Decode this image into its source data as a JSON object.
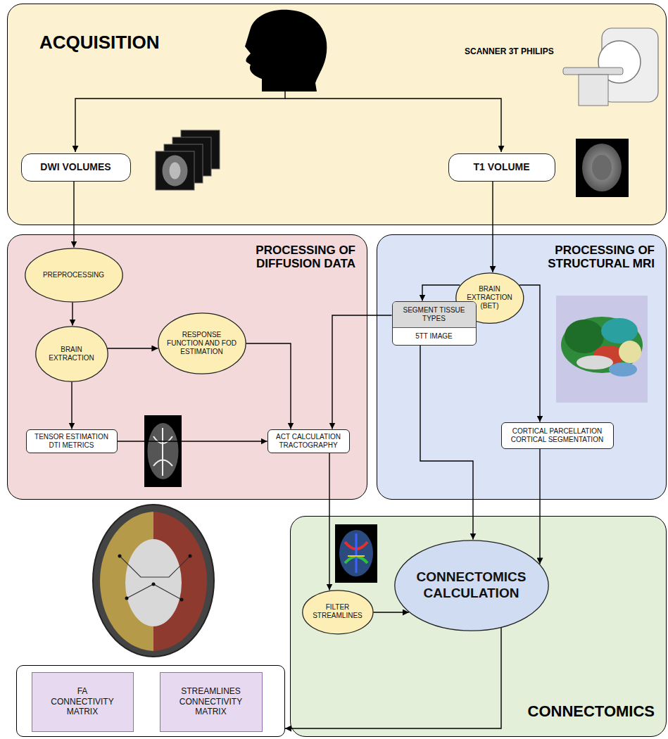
{
  "diagram": {
    "nodes": [
      {
        "text": [
          "ACQUISITION"
        ]
      },
      {
        "text": [
          "DWI VOLUMES"
        ],
        "in": 0
      },
      {
        "text": [
          "T1 VOLUME"
        ],
        "in": 0
      },
      {
        "text": [
          "PROCESSING OF DIFFUSION DATA"
        ]
      },
      {
        "text": [
          "PREPROCESSING"
        ],
        "in": 3
      },
      {
        "text": [
          "BRAIN EXTRACTION"
        ],
        "in": 3
      },
      {
        "text": [
          "RESPONSE FUNCTION AND FOD ESTIMATION"
        ],
        "in": 3
      },
      {
        "text": [
          "TENSOR ESTIMATION DTI METRICS"
        ],
        "in": 3
      },
      {
        "text": [
          "ACT CALCULATION TRACTOGRAPHY"
        ],
        "in": 3
      },
      {
        "text": [
          "PROCESSING OF STRUCTURAL MRI"
        ]
      },
      {
        "text": [
          "BRAIN EXTRACTION (BET)"
        ],
        "in": 9
      },
      {
        "text": [
          "SEGMENT TISSUE TYPES",
          "5TT IMAGE"
        ],
        "in": 9
      },
      {
        "text": [
          "CORTICAL PARCELLATION CORTICAL SEGMENTATION"
        ],
        "in": 9
      },
      {
        "text": [
          "CONNECTOMICS"
        ]
      },
      {
        "text": [
          "FILTER STREAMLINES"
        ],
        "in": 13
      },
      {
        "text": [
          "CONNECTOMICS CALCULATION"
        ],
        "in": 13
      },
      {
        "text": []
      },
      {
        "text": [
          "FA CONNECTIVITY MATRIX"
        ],
        "in": 16
      },
      {
        "text": [
          "STREAMLINES CONNECTIVITY MATRIX"
        ],
        "in": 16
      }
    ],
    "edges": [
      {
        "from": 1,
        "to": 4,
        "arrow": "to"
      },
      {
        "from": 2,
        "to": 10,
        "arrow": "to"
      },
      {
        "from": 4,
        "to": 5,
        "arrow": "to"
      },
      {
        "from": 5,
        "to": 6,
        "arrow": "to"
      },
      {
        "from": 5,
        "to": 7,
        "arrow": "to"
      },
      {
        "from": 6,
        "to": 8,
        "arrow": "to"
      },
      {
        "from": 7,
        "to": 8,
        "arrow": "to"
      },
      {
        "from": 11,
        "to": 8,
        "arrow": "to"
      },
      {
        "from": 8,
        "to": 14,
        "arrow": "to"
      },
      {
        "from": 10,
        "to": 11,
        "arrow": "to"
      },
      {
        "from": 10,
        "to": 12,
        "arrow": "to"
      },
      {
        "from": 11,
        "to": 15,
        "arrow": "to"
      },
      {
        "from": 12,
        "to": 15,
        "arrow": "to"
      },
      {
        "from": 14,
        "to": 15,
        "arrow": "to"
      },
      {
        "from": 15,
        "to": 16,
        "arrow": "to"
      }
    ],
    "labels": [
      "SCANNER 3T PHILIPS"
    ]
  }
}
